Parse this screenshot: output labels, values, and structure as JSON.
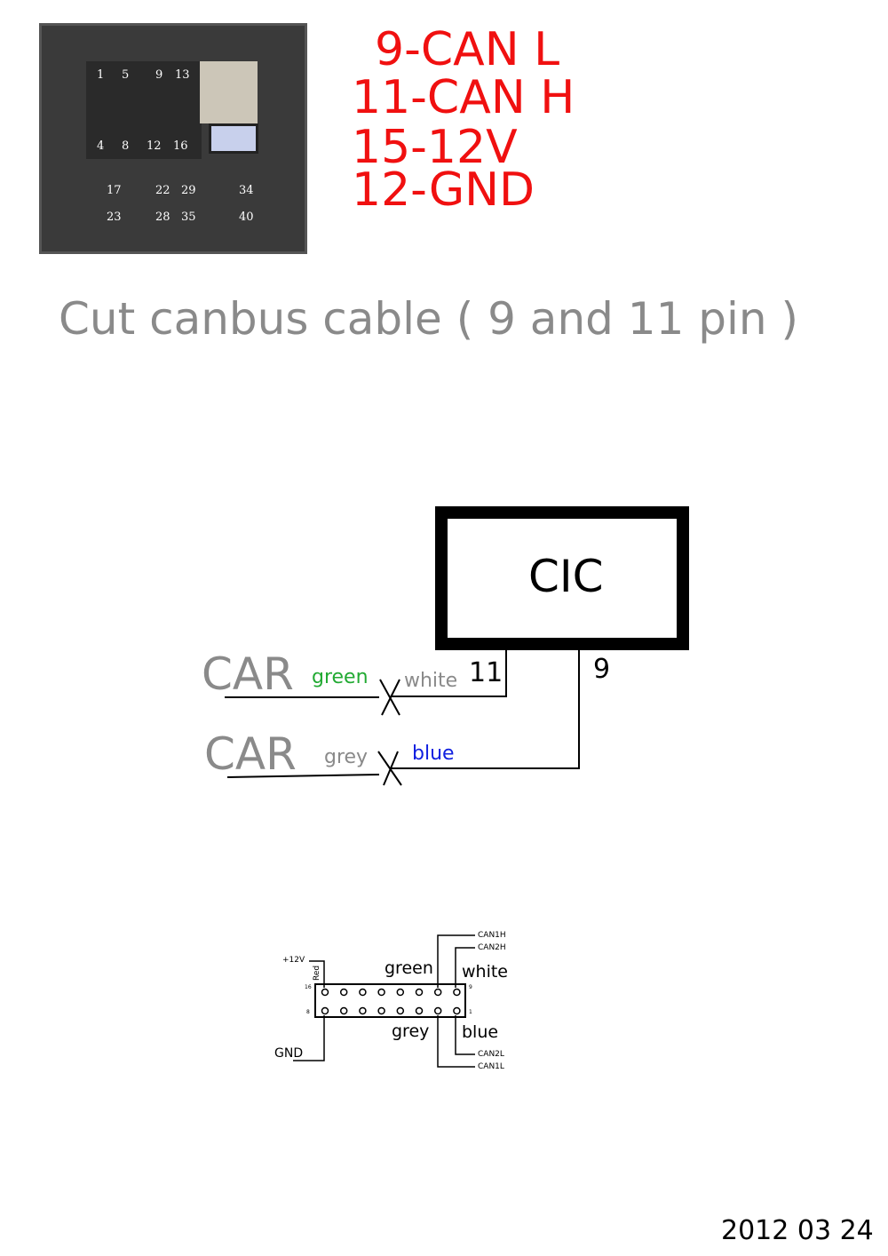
{
  "pinout": [
    "9-CAN L",
    "11-CAN H",
    "15-12V",
    "12-GND"
  ],
  "connector_photo": {
    "pin_labels_top": [
      "1",
      "5",
      "9",
      "13",
      "4",
      "8",
      "12",
      "16"
    ],
    "pin_labels_bottom": [
      "17",
      "22",
      "29",
      "34",
      "23",
      "28",
      "35",
      "40"
    ]
  },
  "instruction": "Cut canbus cable ( 9 and 11 pin )",
  "wiring": {
    "module": "CIC",
    "pin11": "11",
    "pin9": "9",
    "car1": "CAR",
    "car2": "CAR",
    "wire_green": "green",
    "wire_white": "white",
    "wire_grey": "grey",
    "wire_blue": "blue"
  },
  "colors": {
    "green": "#22aa33",
    "blue": "#1020e0",
    "red": "#f01010"
  },
  "harness": {
    "plus12": "+12V",
    "red": "Red",
    "gnd": "GND",
    "pin16": "16",
    "pin8": "8",
    "pin9": "9",
    "pin1": "1",
    "green": "green",
    "white": "white",
    "grey": "grey",
    "blue": "blue",
    "can1h": "CAN1H",
    "can2h": "CAN2H",
    "can2l": "CAN2L",
    "can1l": "CAN1L"
  },
  "date": "2012 03 24"
}
